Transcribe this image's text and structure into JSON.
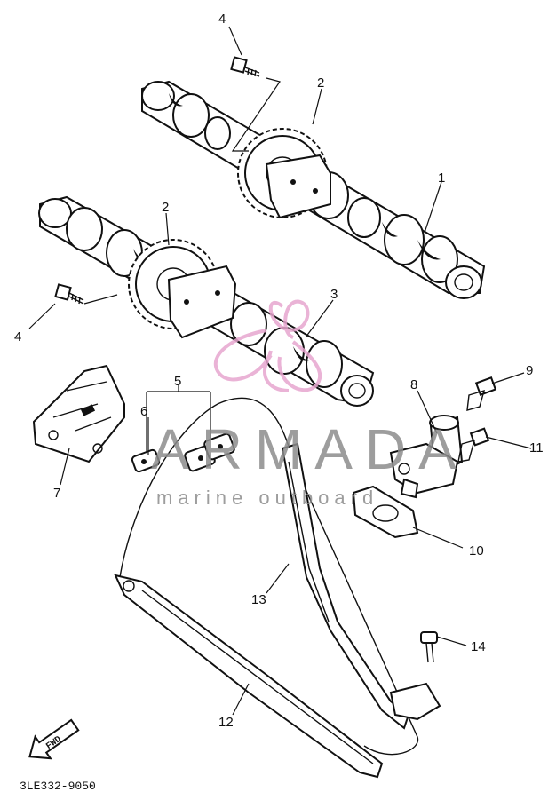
{
  "diagram": {
    "drawing_code": "3LE332-9050",
    "fwd_label": "FWD",
    "callouts": [
      {
        "id": "c1",
        "label": "1"
      },
      {
        "id": "c2a",
        "label": "2"
      },
      {
        "id": "c2b",
        "label": "2"
      },
      {
        "id": "c3",
        "label": "3"
      },
      {
        "id": "c4a",
        "label": "4"
      },
      {
        "id": "c4b",
        "label": "4"
      },
      {
        "id": "c5",
        "label": "5"
      },
      {
        "id": "c6",
        "label": "6"
      },
      {
        "id": "c7",
        "label": "7"
      },
      {
        "id": "c8",
        "label": "8"
      },
      {
        "id": "c9",
        "label": "9"
      },
      {
        "id": "c10",
        "label": "10"
      },
      {
        "id": "c11",
        "label": "11"
      },
      {
        "id": "c12",
        "label": "12"
      },
      {
        "id": "c13",
        "label": "13"
      },
      {
        "id": "c14",
        "label": "14"
      }
    ]
  },
  "watermark": {
    "title": "ARMADA",
    "subtitle": "marine outboard",
    "logo_color": "#e7a6cf",
    "text_color": "#8c8c8c"
  }
}
